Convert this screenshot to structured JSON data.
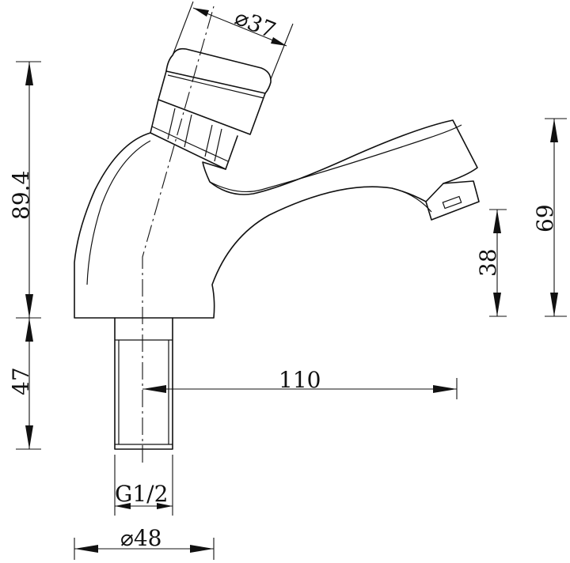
{
  "dimensions": {
    "knob_diameter": "⌀37",
    "body_height": "89.4",
    "thread_length": "47",
    "outlet_height": "38",
    "spout_top_height": "69",
    "reach": "110",
    "thread_size": "G1/2",
    "base_diameter": "⌀48"
  }
}
